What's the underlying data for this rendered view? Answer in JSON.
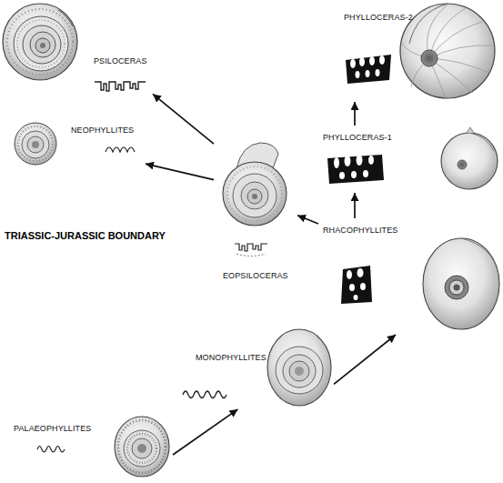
{
  "diagram": {
    "nodes": [
      {
        "text": [
          "PSILOCERAS"
        ]
      },
      {
        "text": [
          "PHYLLOCERAS-2"
        ]
      },
      {
        "text": [
          "NEOPHYLLITES"
        ]
      },
      {
        "text": [
          "PHYLLOCERAS-1"
        ]
      },
      {
        "text": [
          "EOPSILOCERAS"
        ]
      },
      {
        "text": [
          "RHACOPHYLLITES"
        ]
      },
      {
        "text": [
          "MONOPHYLLITES"
        ]
      },
      {
        "text": [
          "PALAEOPHYLLITES"
        ]
      }
    ],
    "edges": [
      {
        "from": 7,
        "to": 6,
        "arrow": "to"
      },
      {
        "from": 6,
        "to": 5,
        "arrow": "to"
      },
      {
        "from": 5,
        "to": 3,
        "arrow": "to"
      },
      {
        "from": 3,
        "to": 1,
        "arrow": "to"
      },
      {
        "from": 5,
        "to": 4,
        "arrow": "to"
      },
      {
        "from": 4,
        "to": 0,
        "arrow": "to"
      },
      {
        "from": 4,
        "to": 2,
        "arrow": "to"
      }
    ],
    "labels": [
      "TRIASSIC-JURASSIC BOUNDARY"
    ]
  }
}
